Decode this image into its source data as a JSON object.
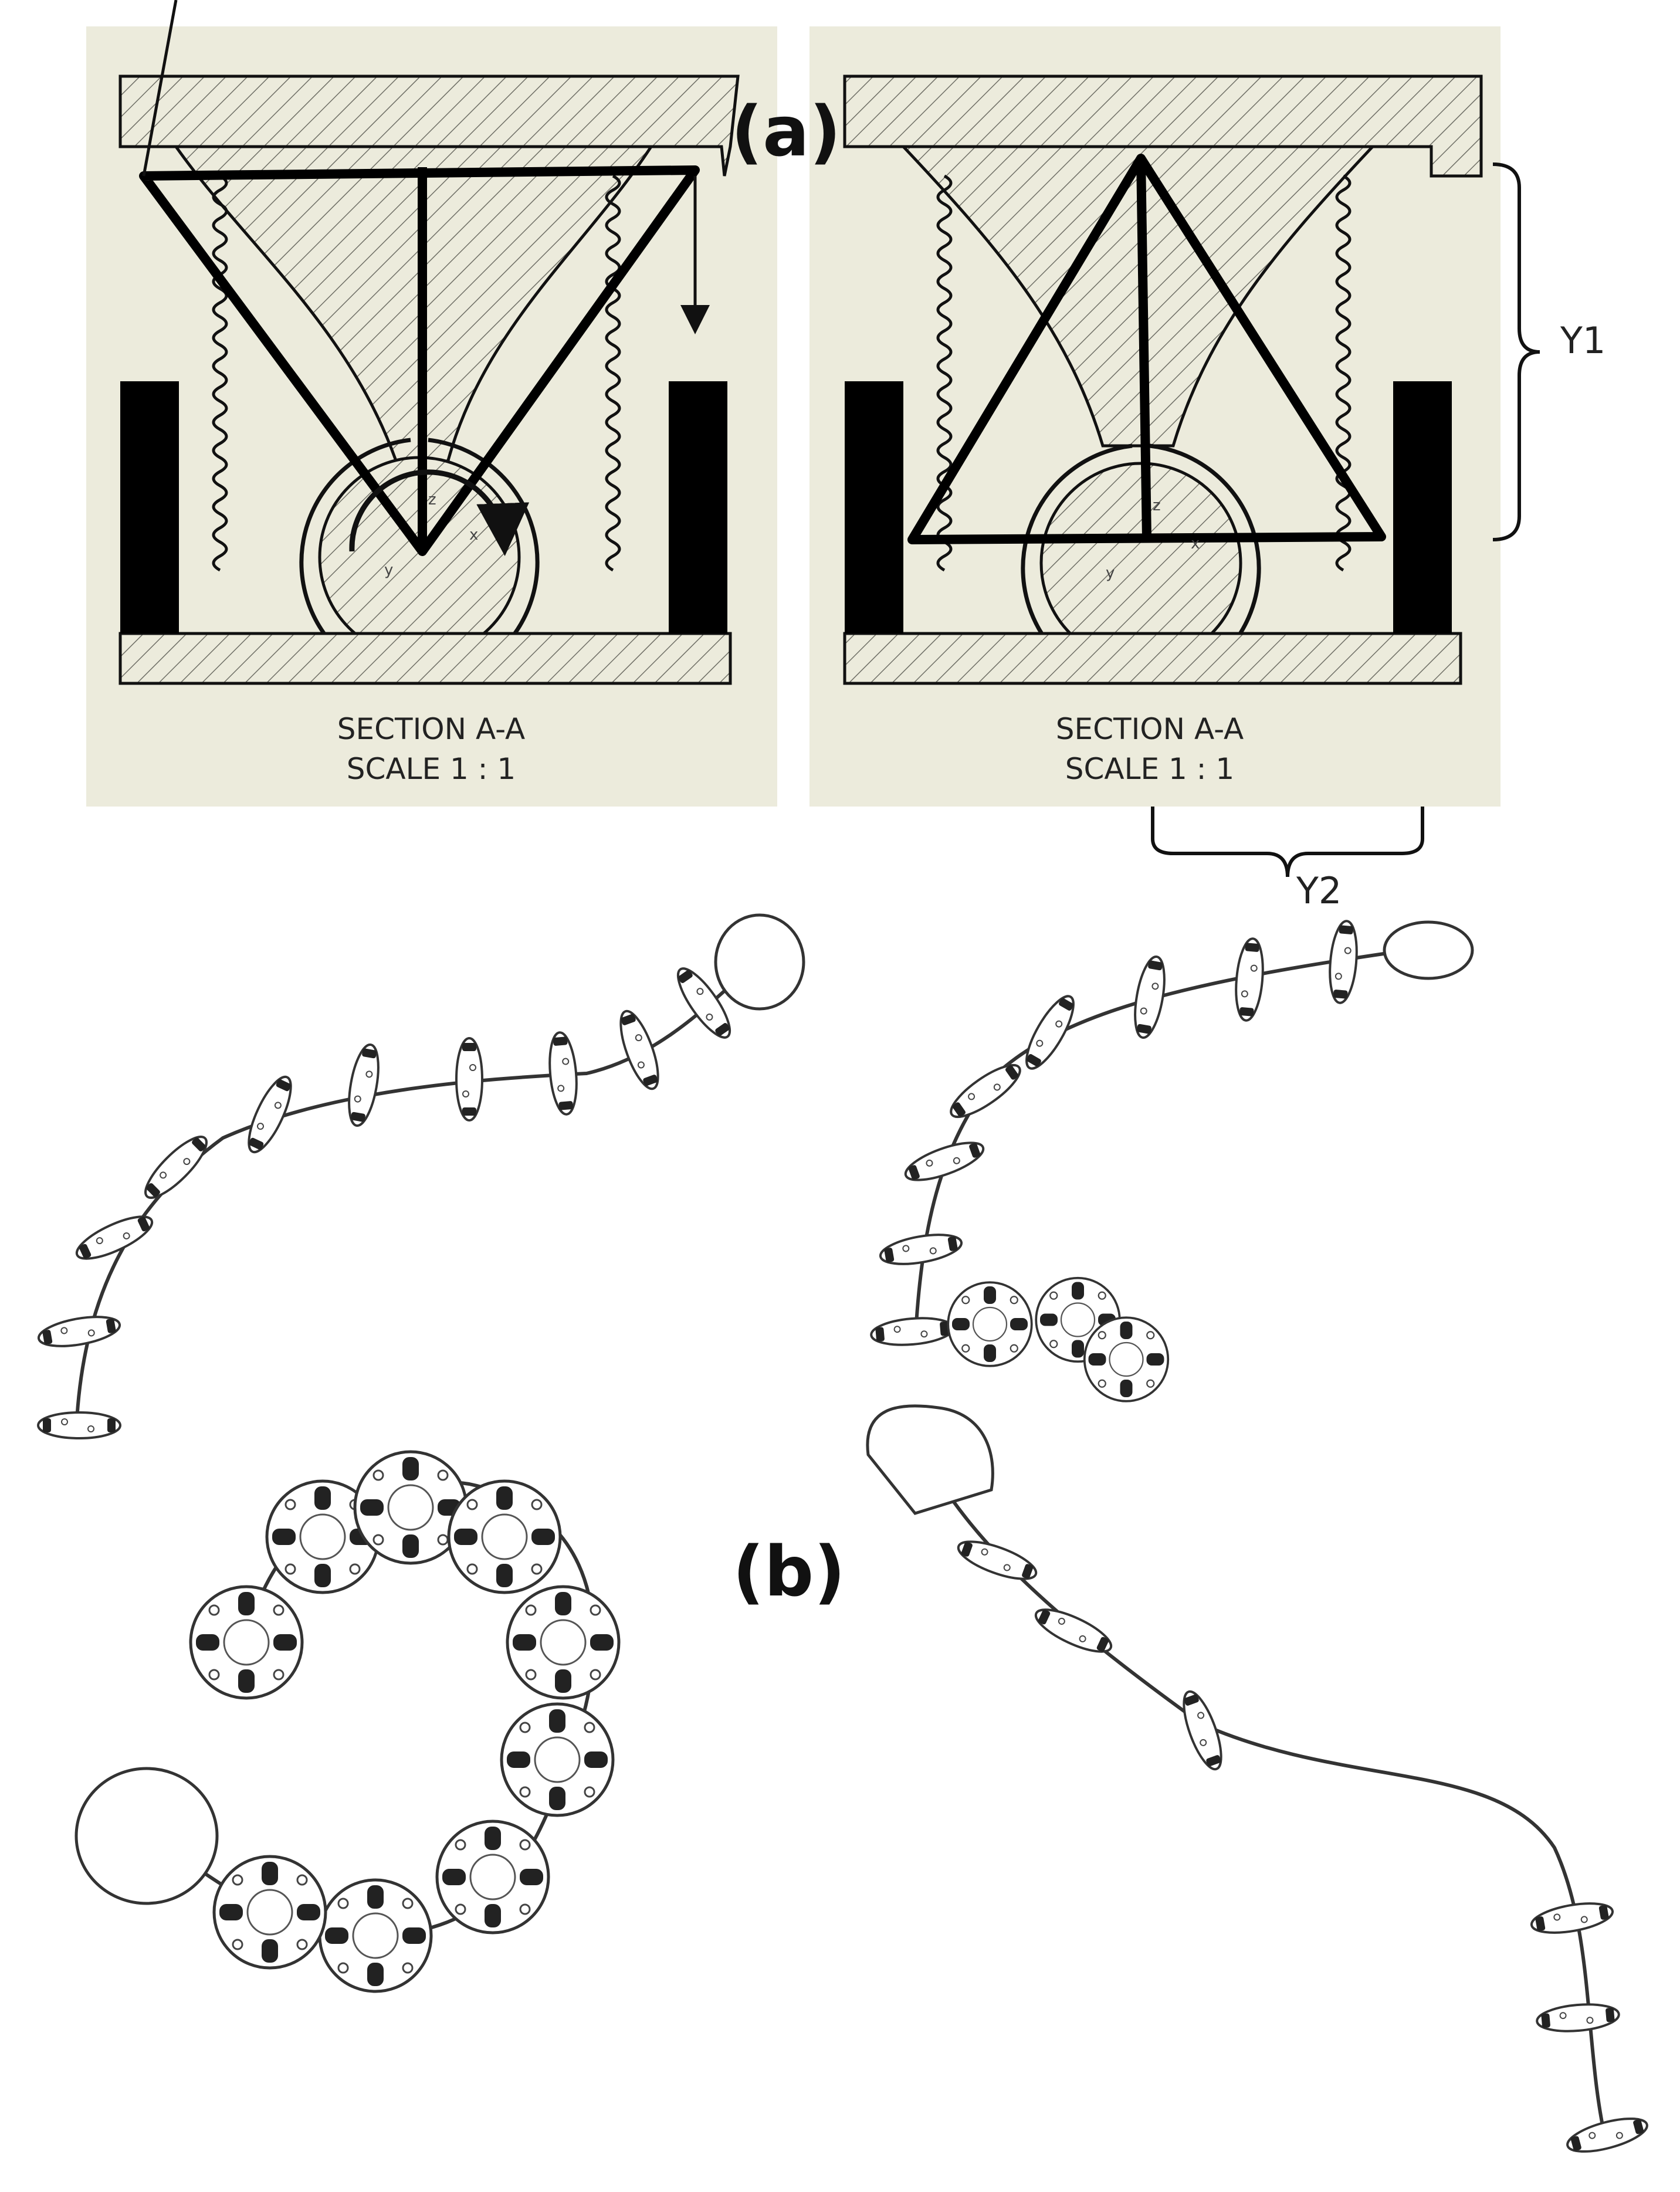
{
  "panels": {
    "a_label": "(a)",
    "b_label": "(b)"
  },
  "section_left": {
    "caption_line1": "SECTION A-A",
    "caption_line2": "SCALE 1 : 1",
    "axes": {
      "z": "z",
      "x": "x",
      "y": "y"
    }
  },
  "section_right": {
    "caption_line1": "SECTION A-A",
    "caption_line2": "SCALE 1 : 1",
    "axes": {
      "z": "z",
      "x": "x",
      "y": "y"
    }
  },
  "dimensions": {
    "y1": "Y1",
    "y2": "Y2"
  },
  "colors": {
    "drawing_bg": "#ecebdc",
    "ink": "#111111",
    "hatch": "#6f6f66"
  }
}
